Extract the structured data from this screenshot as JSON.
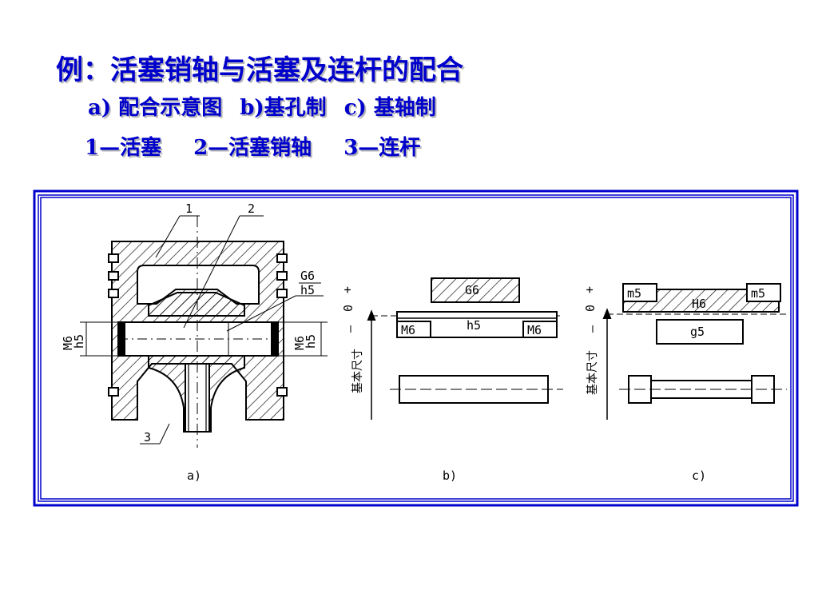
{
  "heading": "例：活塞销轴与活塞及连杆的配合",
  "subtitle": {
    "a": "a) 配合示意图",
    "b": "b)基孔制",
    "c": "c) 基轴制"
  },
  "legend": {
    "item1": "1—活塞",
    "item2": "2—活塞销轴",
    "item3": "3—连杆"
  },
  "figure": {
    "colors": {
      "frame": "#0000cc",
      "ink": "#000000"
    },
    "part_a": {
      "caption": "a)",
      "leader1": "1",
      "leader2": "2",
      "leader3": "3",
      "fit_top": "G6",
      "fit_bottom": "h5",
      "left_dim_top": "M6",
      "left_dim_bottom": "h5",
      "right_dim_top": "M6",
      "right_dim_bottom": "h5"
    },
    "part_b": {
      "caption": "b)",
      "plus": "+",
      "zero": "0",
      "minus": "—",
      "axis_label": "基本尺寸",
      "box_top": "G6",
      "shaft": "h5",
      "left_box": "M6",
      "right_box": "M6"
    },
    "part_c": {
      "caption": "c)",
      "plus": "+",
      "zero": "0",
      "minus": "—",
      "axis_label": "基本尺寸",
      "left_box": "m5",
      "right_box": "m5",
      "hole": "H6",
      "shaft_box": "g5"
    }
  }
}
